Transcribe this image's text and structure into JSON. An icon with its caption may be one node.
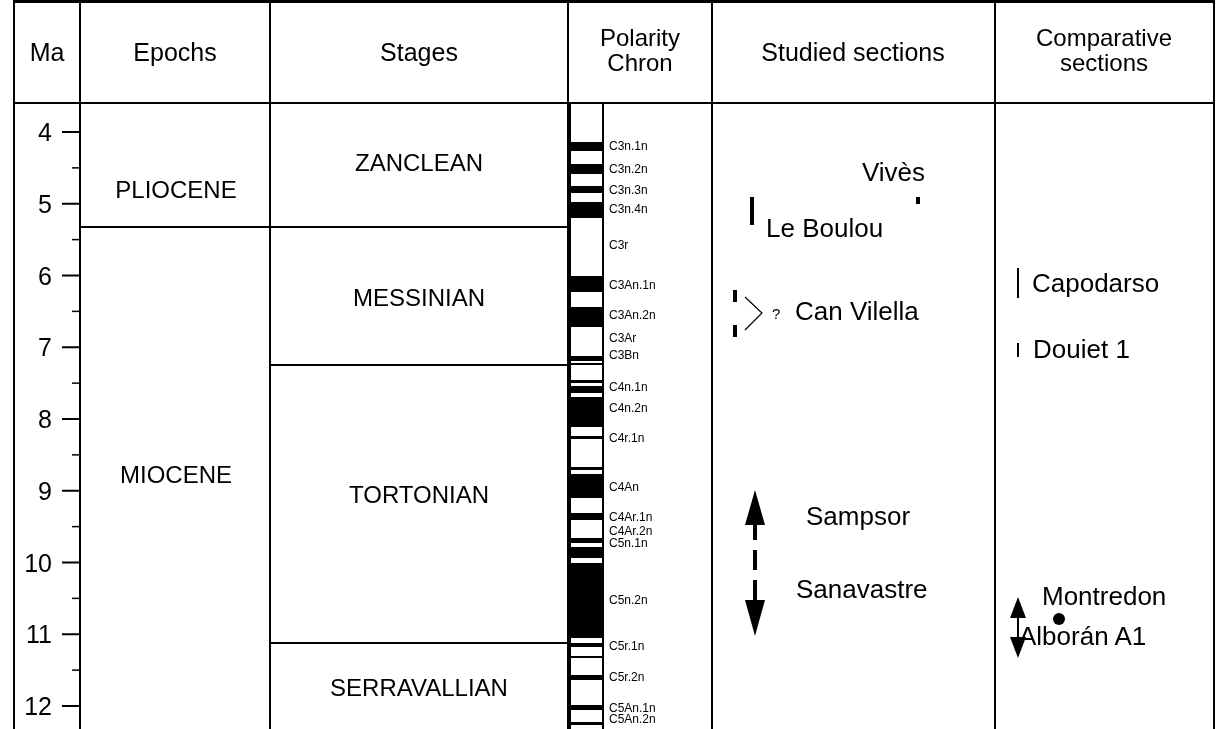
{
  "diagram": {
    "labels": [
      "Ma",
      "Epochs",
      "Stages",
      "Polarity Chron",
      "Studied sections",
      "Comparative sections",
      "4",
      "5",
      "6",
      "7",
      "8",
      "9",
      "10",
      "11",
      "12",
      "PLIOCENE",
      "MIOCENE",
      "ZANCLEAN",
      "MESSINIAN",
      "TORTONIAN",
      "SERRAVALLIAN",
      "C3n.1n",
      "C3n.2n",
      "C3n.3n",
      "C3n.4n",
      "C3r",
      "C3An.1n",
      "C3An.2n",
      "C3Ar",
      "C3Bn",
      "C4n.1n",
      "C4n.2n",
      "C4r.1n",
      "C4An",
      "C4Ar.1n",
      "C4Ar.2n",
      "C5n.1n",
      "C5n.2n",
      "C5r.1n",
      "C5r.2n",
      "C5An.1n",
      "C5An.2n",
      "Vivès",
      "Le Boulou",
      "?",
      "Can Vilella",
      "Sampsor",
      "Sanavastre",
      "Capodarso",
      "Douiet 1",
      "Montredon",
      "Alborán A1"
    ]
  }
}
